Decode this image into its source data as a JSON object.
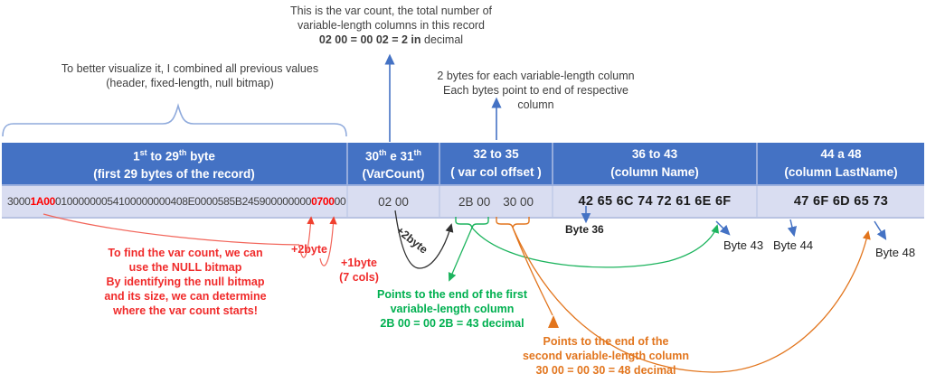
{
  "table": {
    "header": {
      "c1a": "1",
      "c1s1": "st",
      "c1b": " to 29",
      "c1s2": "th",
      "c1c": " byte",
      "c1sub": "(first 29 bytes of the record)",
      "c2a": "30",
      "c2s1": "th",
      "c2b": " e 31",
      "c2s2": "th",
      "c2sub": "(VarCount)",
      "c3": "32 to 35",
      "c3sub": "( var col offset )",
      "c4": "36 to 43",
      "c4sub": "(column  Name)",
      "c5": "44 a 48",
      "c5sub": "(column  LastName)"
    },
    "row": {
      "c1_seg1": "3000",
      "c1_seg2": "1A00",
      "c1_seg3": "01000000054100000000408E0000585B245900000000",
      "c1_seg4": "0700",
      "c1_seg5": "00",
      "c2": "02 00",
      "c3a": "2B 00",
      "c3b": "30 00",
      "c4": "42 65 6C 74 72 61 6E 6F",
      "c5": "47 6F 6D 65 73"
    }
  },
  "annotations": {
    "varcount_l1": "This is the var count, the total number of",
    "varcount_l2": "variable-length columns in this record",
    "varcount_l3_bold": "02 00 = 00 02 = 2 in",
    "varcount_l3_rest": " decimal",
    "combined_l1": "To better visualize it, I combined all previous values",
    "combined_l2": "(header, fixed-length, null bitmap)",
    "offsets_l1": "2 bytes for each variable-length column",
    "offsets_l2": "Each bytes point to end of respective",
    "offsets_l3": "column",
    "null_bitmap_l1": "To find the var count, we can",
    "null_bitmap_l2": "use the NULL bitmap",
    "null_bitmap_l3": "By identifying the null bitmap",
    "null_bitmap_l4": "and its size, we can determine",
    "null_bitmap_l5": "where the var count starts!",
    "plus2byte_red": "+2byte",
    "plus1byte_red": "+1byte",
    "cols7_red": "(7 cols)",
    "plus2byte_black": "+2byte",
    "first_var_l1": "Points to the end of the first",
    "first_var_l2": "variable-length column",
    "first_var_l3": "2B 00 = 00 2B = 43  decimal",
    "second_var_l1": "Points to the end of the",
    "second_var_l2": "second variable-length column",
    "second_var_l3": "30 00 = 00 30 = 48  decimal",
    "byte36": "Byte 36",
    "byte43": "Byte 43",
    "byte44": "Byte 44",
    "byte48": "Byte 48"
  },
  "colors": {
    "header_blue": "#4472C4",
    "row_bg": "#D9DDF1",
    "red_accent": "#FF0000",
    "green_accent": "#00B050",
    "orange_accent": "#E2751D",
    "blue_arrow": "#4472C4",
    "brace_blue": "#8FAADC"
  }
}
